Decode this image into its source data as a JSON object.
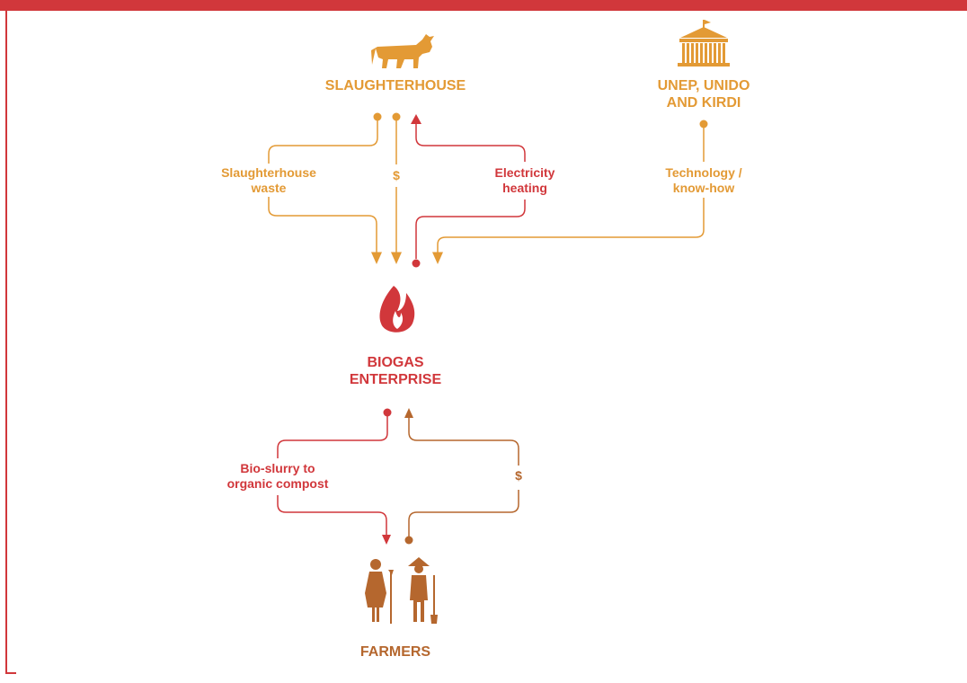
{
  "colors": {
    "orange": "#e39a35",
    "red": "#d1373b",
    "brown": "#b5672e"
  },
  "nodes": {
    "slaughterhouse": {
      "label": "SLAUGHTERHOUSE",
      "icon": "cow-icon"
    },
    "unep": {
      "label_line1": "UNEP, UNIDO",
      "label_line2": "AND KIRDI",
      "icon": "building-icon"
    },
    "biogas": {
      "label_line1": "BIOGAS",
      "label_line2": "ENTERPRISE",
      "icon": "flame-icon"
    },
    "farmers": {
      "label": "FARMERS",
      "icon": "farmers-icon"
    }
  },
  "edges": {
    "waste": {
      "line1": "Slaughterhouse",
      "line2": "waste"
    },
    "money_top": {
      "label": "$"
    },
    "electricity": {
      "line1": "Electricity",
      "line2": "heating"
    },
    "technology": {
      "line1": "Technology /",
      "line2": "know-how"
    },
    "bioslurry": {
      "line1": "Bio-slurry to",
      "line2": "organic compost"
    },
    "money_bottom": {
      "label": "$"
    }
  }
}
